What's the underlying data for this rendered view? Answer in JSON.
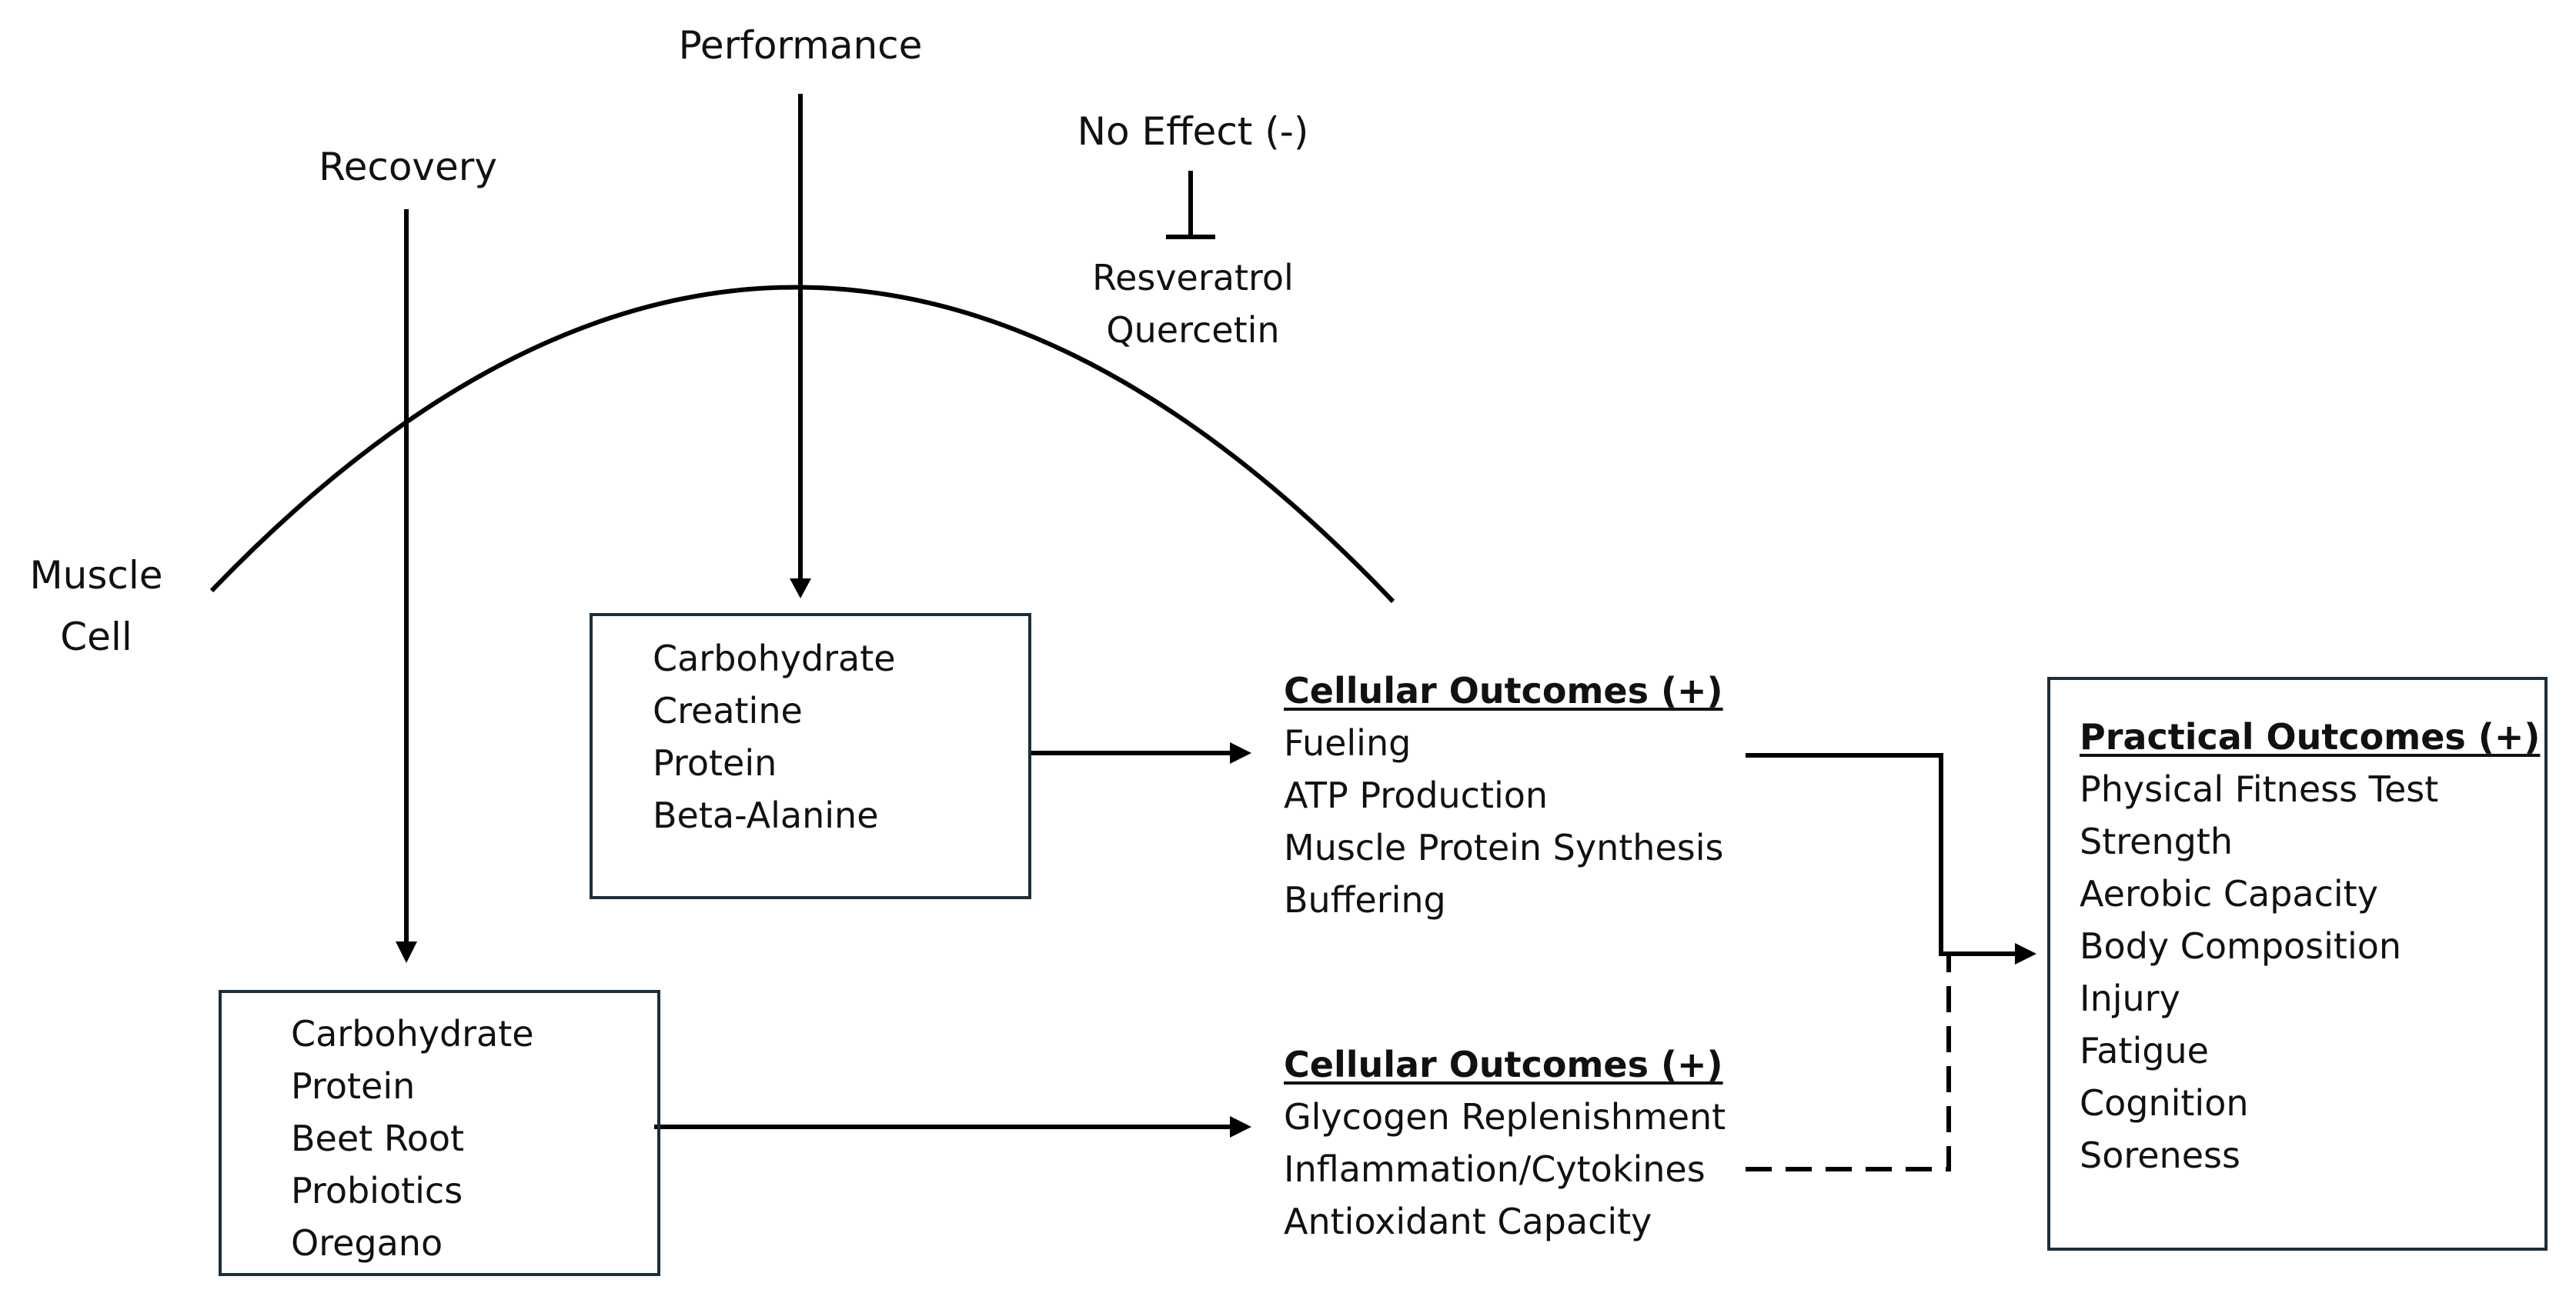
{
  "labels": {
    "performance": "Performance",
    "recovery": "Recovery",
    "no_effect": "No Effect (-)",
    "muscle_cell_line1": "Muscle",
    "muscle_cell_line2": "Cell"
  },
  "no_effect_items": [
    "Resveratrol",
    "Quercetin"
  ],
  "performance_supplements": [
    "Carbohydrate",
    "Creatine",
    "Protein",
    "Beta-Alanine"
  ],
  "recovery_supplements": [
    "Carbohydrate",
    "Protein",
    "Beet Root",
    "Probiotics",
    "Oregano"
  ],
  "cellular_outcomes_performance": {
    "title": "Cellular Outcomes (+)",
    "items": [
      "Fueling",
      "ATP Production",
      "Muscle Protein Synthesis",
      "Buffering"
    ]
  },
  "cellular_outcomes_recovery": {
    "title": "Cellular Outcomes (+)",
    "items": [
      "Glycogen Replenishment",
      "Inflammation/Cytokines",
      "Antioxidant Capacity"
    ]
  },
  "practical_outcomes": {
    "title": "Practical Outcomes (+)",
    "items": [
      "Physical Fitness Test",
      "Strength",
      "Aerobic Capacity",
      "Body Composition",
      "Injury",
      "Fatigue",
      "Cognition",
      "Soreness"
    ]
  }
}
